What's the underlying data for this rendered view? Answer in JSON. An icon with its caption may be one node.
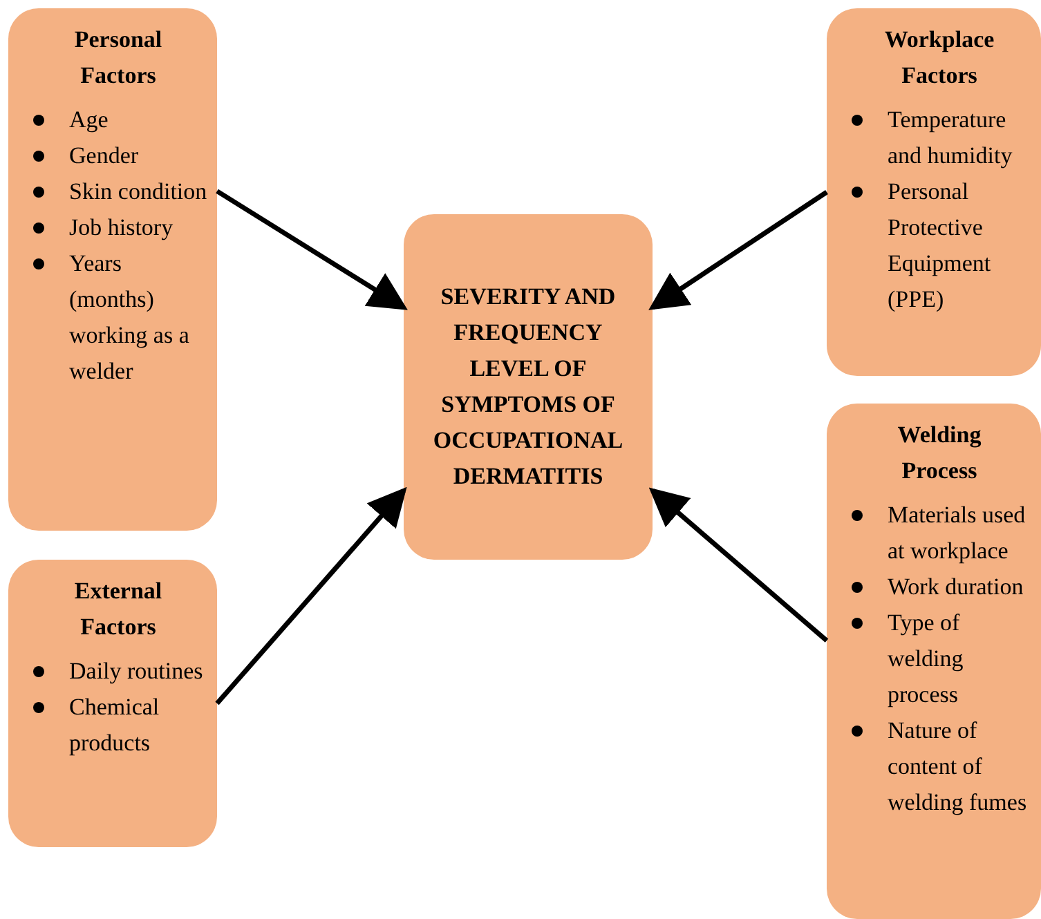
{
  "diagram": {
    "nodes": [
      {
        "text": [
          "Personal Factors",
          "Age",
          "Gender",
          "Skin condition",
          "Job history",
          "Years (months) working as a welder"
        ]
      },
      {
        "text": [
          "Workplace Factors",
          "Temperature and humidity",
          "Personal Protective Equipment (PPE)"
        ]
      },
      {
        "text": [
          "SEVERITY AND FREQUENCY LEVEL OF SYMPTOMS OF OCCUPATIONAL DERMATITIS"
        ]
      },
      {
        "text": [
          "External Factors",
          "Daily routines",
          "Chemical products"
        ]
      },
      {
        "text": [
          "Welding Process",
          "Materials used at workplace",
          "Work duration",
          "Type of welding process",
          "Nature of content of welding fumes"
        ]
      }
    ],
    "edges": [
      {
        "from": 0,
        "to": 2,
        "arrow": "to"
      },
      {
        "from": 1,
        "to": 2,
        "arrow": "to"
      },
      {
        "from": 3,
        "to": 2,
        "arrow": "to"
      },
      {
        "from": 4,
        "to": 2,
        "arrow": "to"
      }
    ]
  }
}
